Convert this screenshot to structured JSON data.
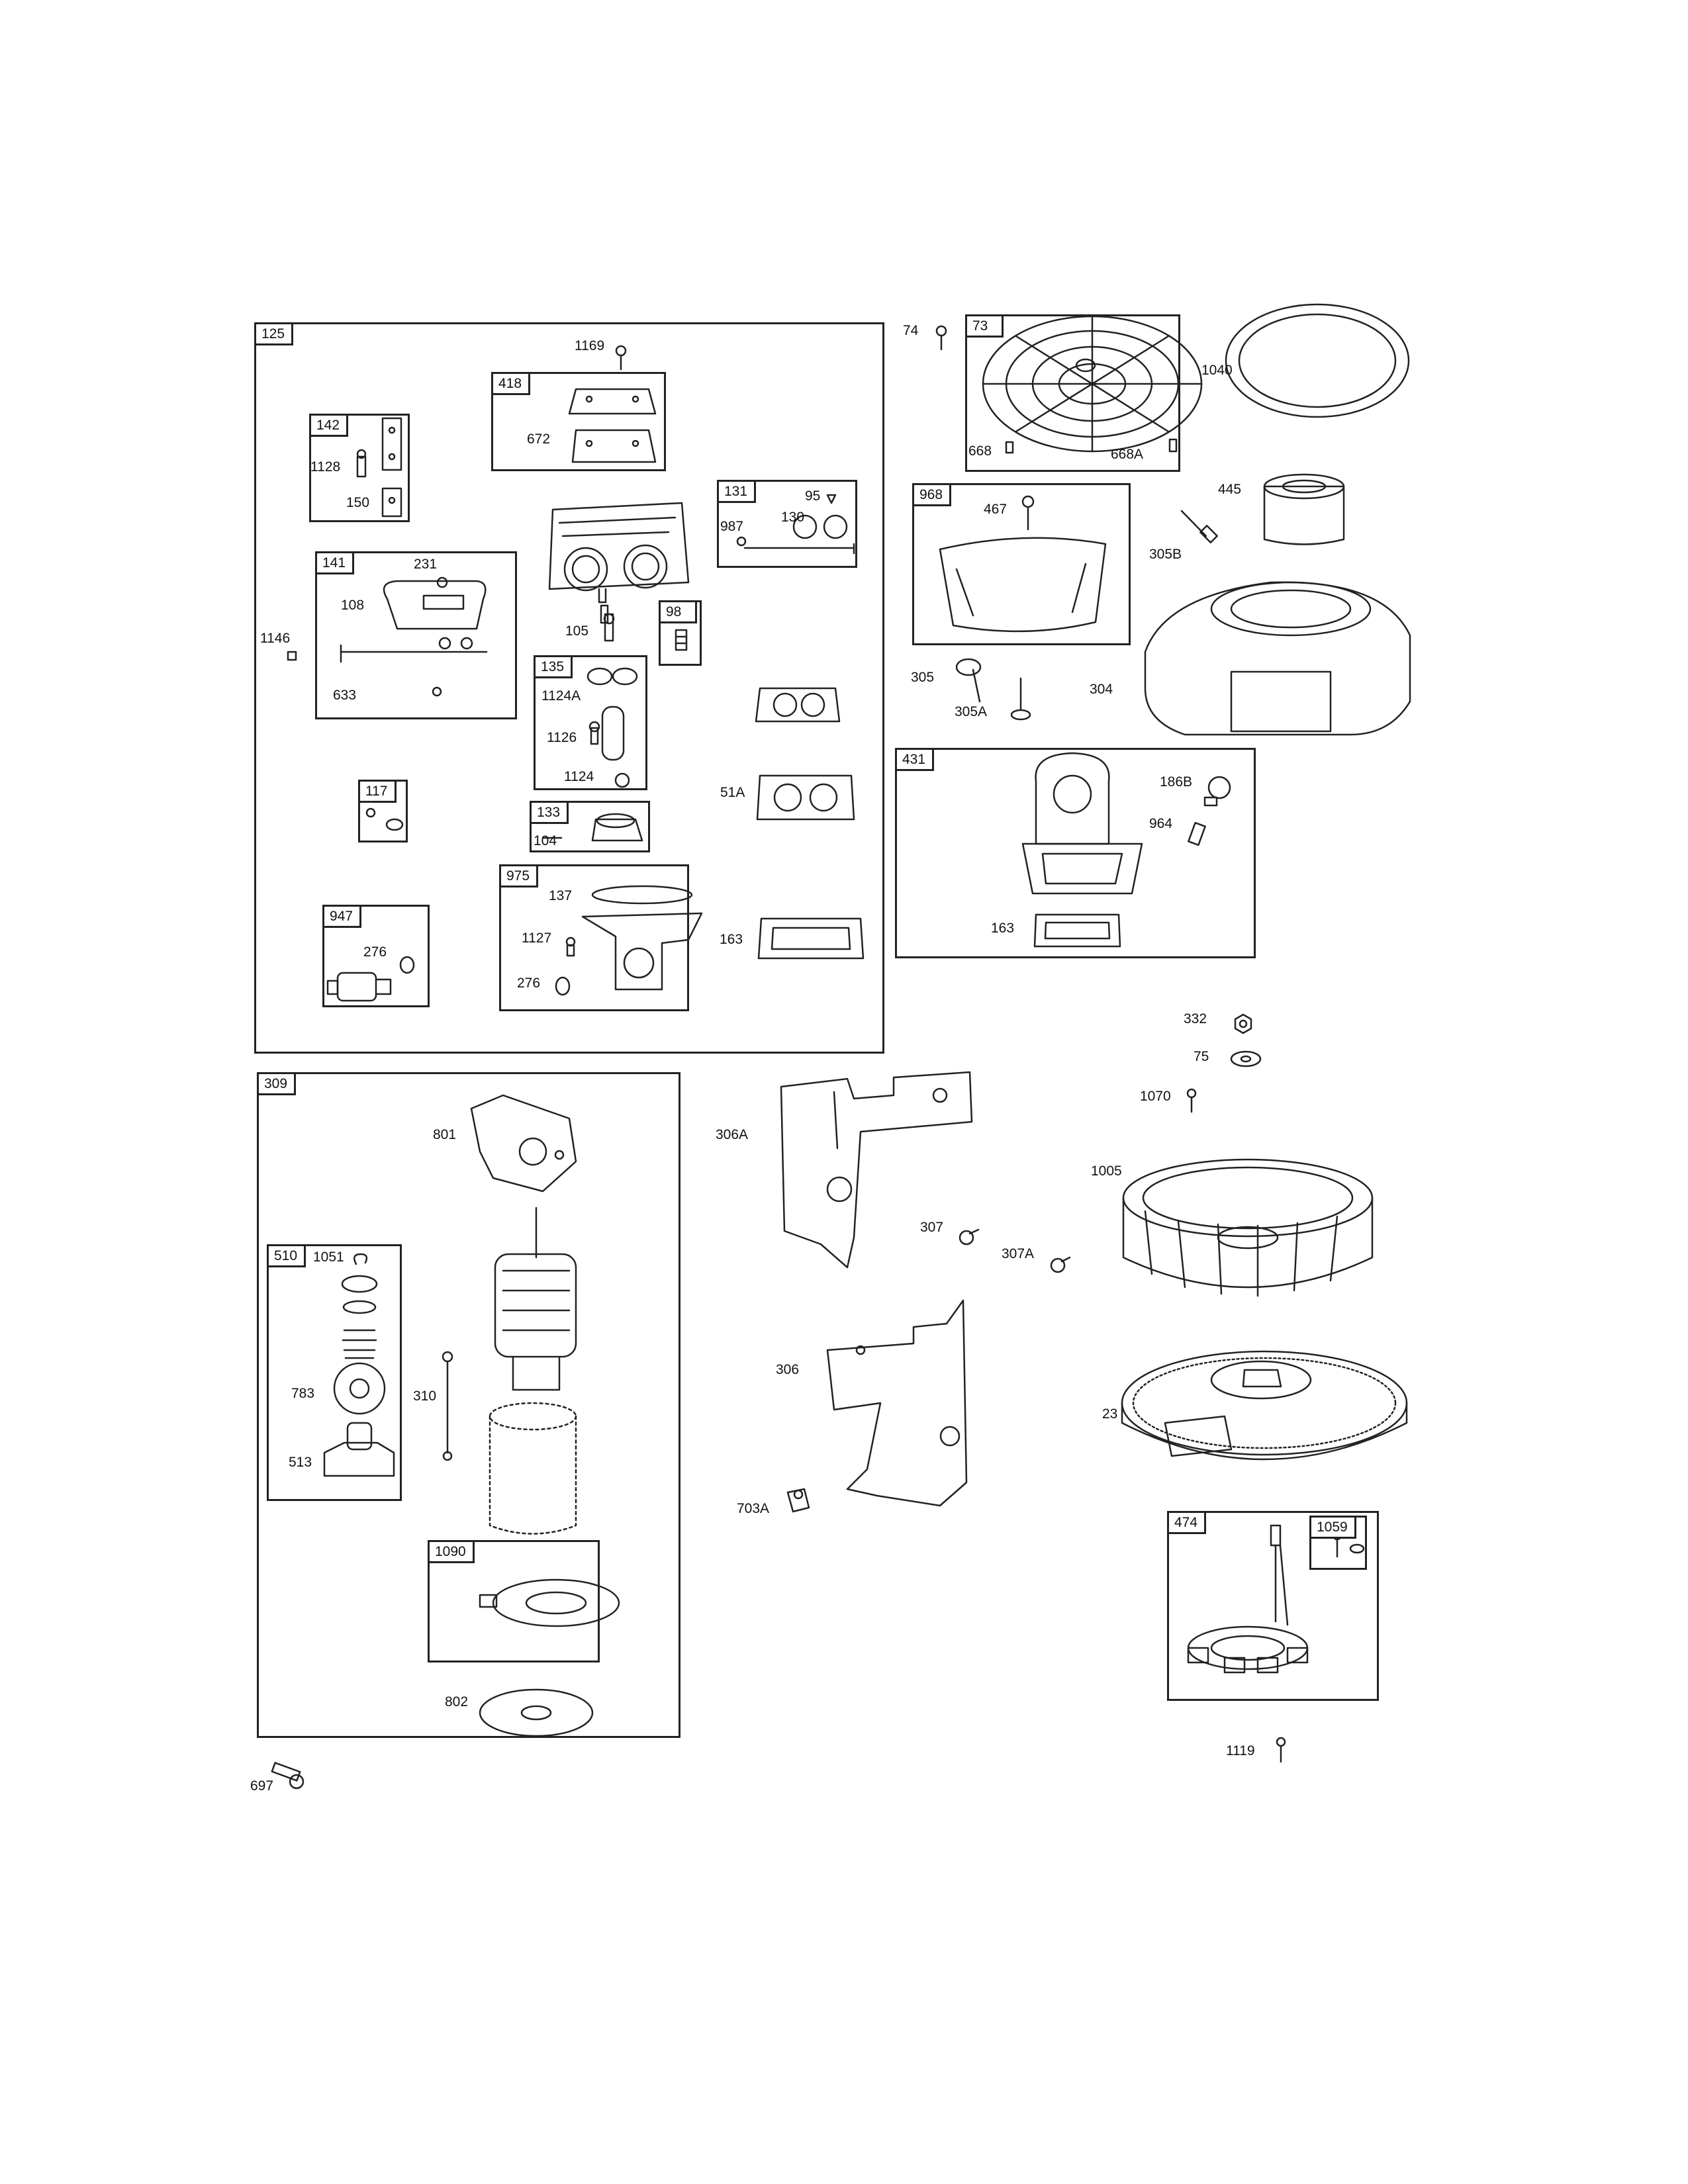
{
  "groups": {
    "g125": "125",
    "g142": "142",
    "g418": "418",
    "g131": "131",
    "g141": "141",
    "g98": "98",
    "g135": "135",
    "g117": "117",
    "g133": "133",
    "g975": "975",
    "g947": "947",
    "g73": "73",
    "g968": "968",
    "g431": "431",
    "g309": "309",
    "g510": "510",
    "g1090": "1090",
    "g474": "474",
    "g1059": "1059"
  },
  "parts": {
    "p1169": "1169",
    "p672": "672",
    "p1128": "1128",
    "p150": "150",
    "p95": "95",
    "p987": "987",
    "p130": "130",
    "p231": "231",
    "p108": "108",
    "p1146": "1146",
    "p633": "633",
    "p105": "105",
    "p1124A": "1124A",
    "p1126": "1126",
    "p1124": "1124",
    "p51A": "51A",
    "p104": "104",
    "p137": "137",
    "p1127": "1127",
    "p276a": "276",
    "p276b": "276",
    "p163a": "163",
    "p74": "74",
    "p668": "668",
    "p668A": "668A",
    "p1040": "1040",
    "p445": "445",
    "p467": "467",
    "p305B": "305B",
    "p305": "305",
    "p305A": "305A",
    "p304": "304",
    "p186B": "186B",
    "p964": "964",
    "p163b": "163",
    "p332": "332",
    "p75": "75",
    "p1070": "1070",
    "p1005": "1005",
    "p23": "23",
    "p801": "801",
    "p1051": "1051",
    "p783": "783",
    "p310": "310",
    "p513": "513",
    "p802": "802",
    "p306A": "306A",
    "p307": "307",
    "p307A": "307A",
    "p306": "306",
    "p703A": "703A",
    "p1119": "1119",
    "p697": "697"
  }
}
